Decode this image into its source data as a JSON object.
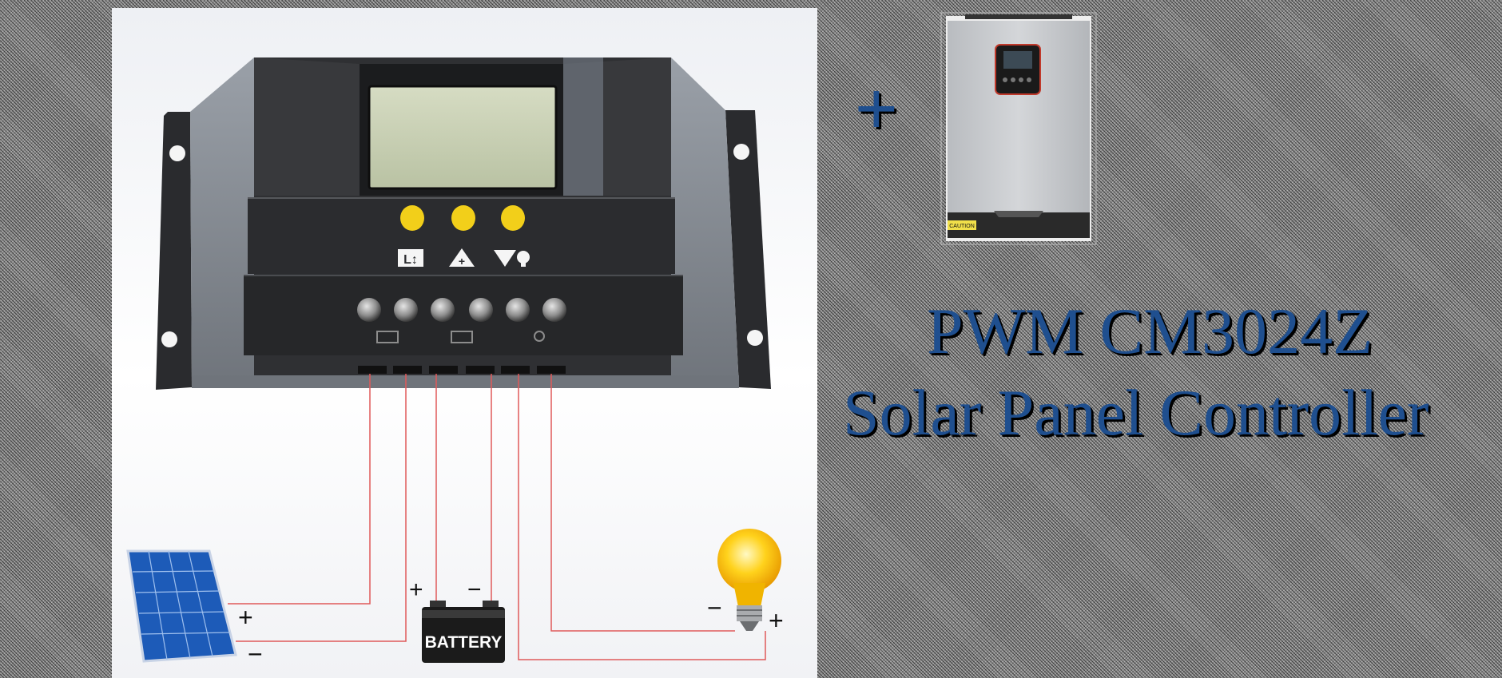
{
  "title": {
    "line1": "PWM CM3024Z",
    "line2": "Solar Panel Controller"
  },
  "plus_sign": "+",
  "diagram": {
    "battery_label": "BATTERY",
    "polarity": {
      "panel_positive": "+",
      "panel_negative": "−",
      "battery_positive": "+",
      "battery_negative": "−",
      "bulb_negative": "−",
      "bulb_positive": "+"
    },
    "wire_color": "#e05a5a"
  },
  "inverter": {
    "caution_label": "CAUTION"
  },
  "colors": {
    "title_blue": "#1f4f8f",
    "button_yellow": "#f2cf1a",
    "lcd_green": "#c9d2b4",
    "panel_blue": "#1d5bb8"
  }
}
